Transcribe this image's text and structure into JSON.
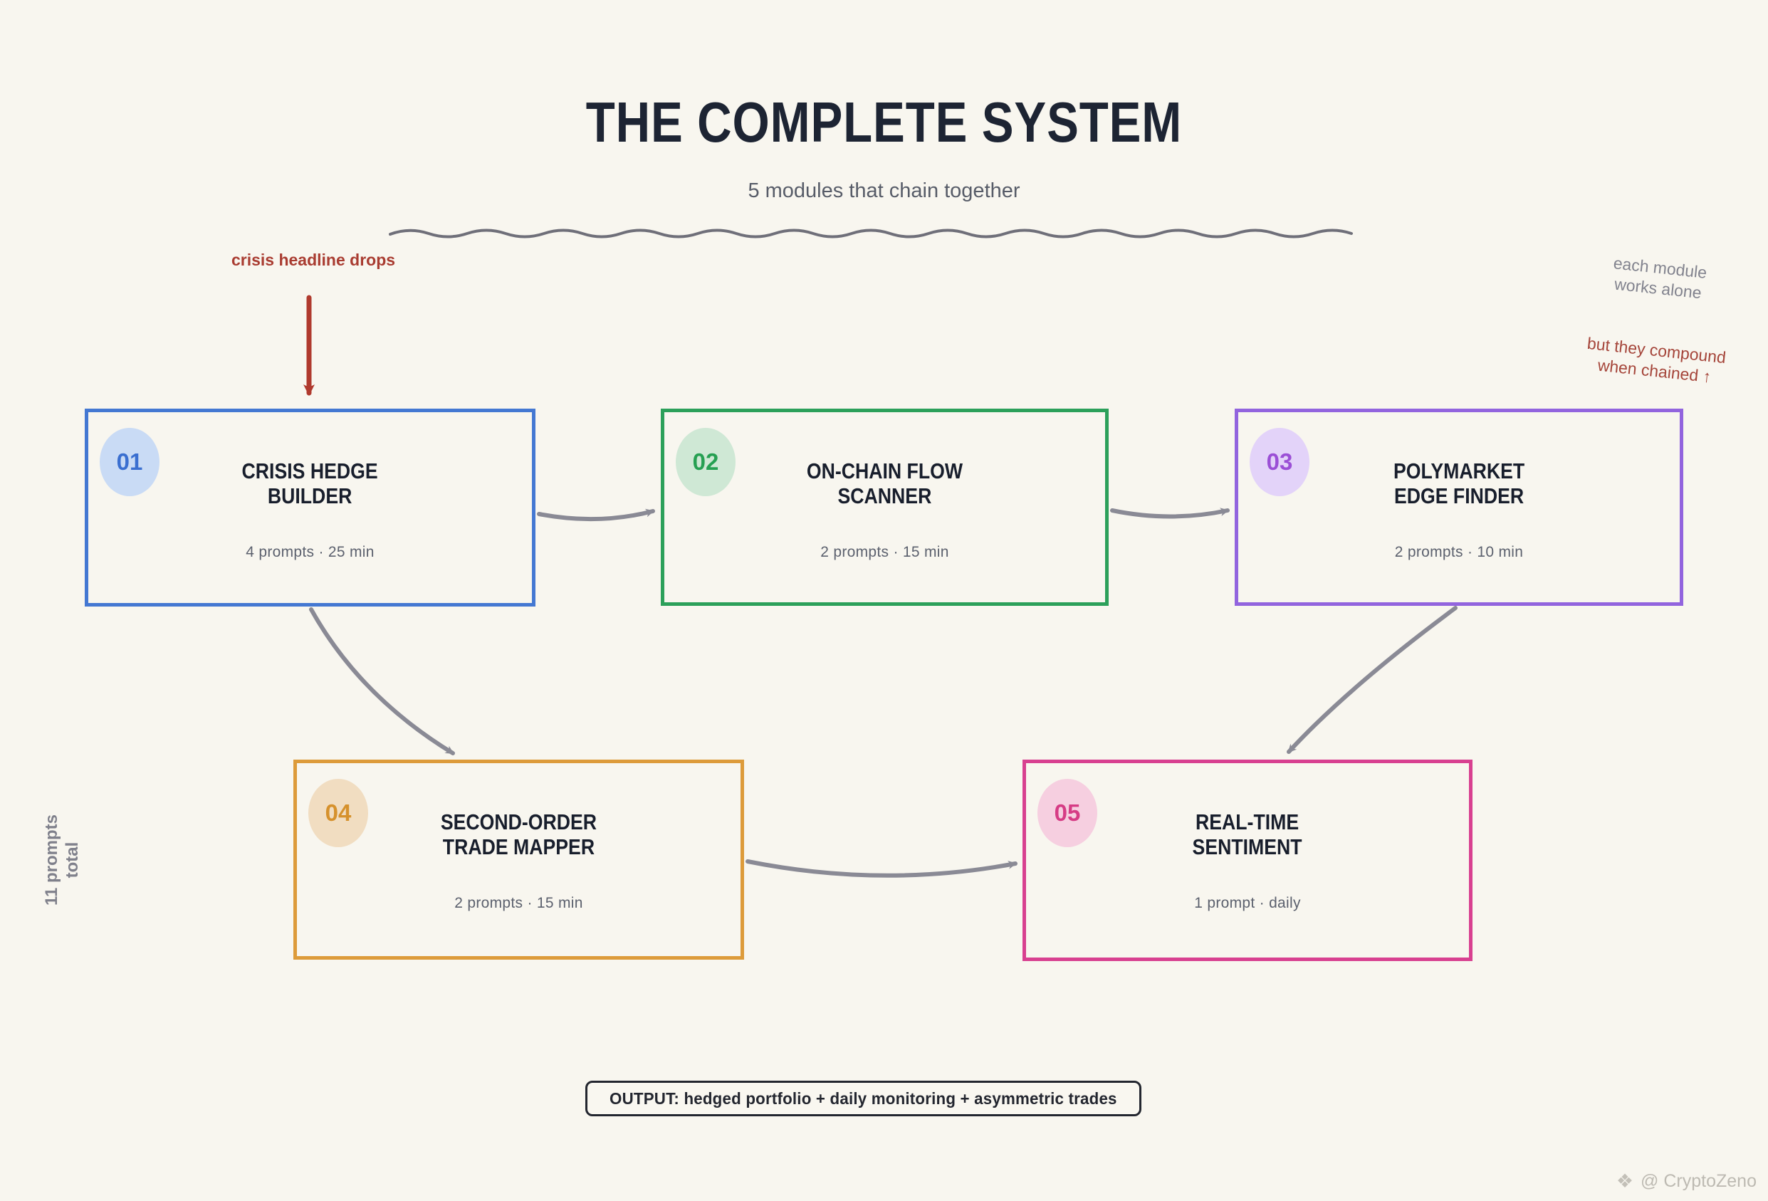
{
  "header": {
    "title": "THE COMPLETE SYSTEM",
    "subtitle": "5 modules that chain together"
  },
  "annotations": {
    "crisis_note": "crisis headline drops",
    "works_alone_line1": "each module",
    "works_alone_line2": "works alone",
    "compound_line1": "but they compound",
    "compound_line2": "when chained ↑",
    "prompts_total_line1": "11 prompts",
    "prompts_total_line2": "total"
  },
  "modules": [
    {
      "number": "01",
      "title_line1": "CRISIS HEDGE",
      "title_line2": "BUILDER",
      "meta": "4 prompts · 25 min",
      "border_color": "#4478d2",
      "badge_bg": "#c9dbf5",
      "number_color": "#3a6fd0"
    },
    {
      "number": "02",
      "title_line1": "ON-CHAIN FLOW",
      "title_line2": "SCANNER",
      "meta": "2 prompts · 15 min",
      "border_color": "#2ca05a",
      "badge_bg": "#cfe8d5",
      "number_color": "#26a052"
    },
    {
      "number": "03",
      "title_line1": "POLYMARKET",
      "title_line2": "EDGE FINDER",
      "meta": "2 prompts · 10 min",
      "border_color": "#9264de",
      "badge_bg": "#e3d3f9",
      "number_color": "#9b4fd6"
    },
    {
      "number": "04",
      "title_line1": "SECOND-ORDER",
      "title_line2": "TRADE MAPPER",
      "meta": "2 prompts · 15 min",
      "border_color": "#dd9b3a",
      "badge_bg": "#f1ddc1",
      "number_color": "#d6912c"
    },
    {
      "number": "05",
      "title_line1": "REAL-TIME",
      "title_line2": "SENTIMENT",
      "meta": "1 prompt · daily",
      "border_color": "#d84090",
      "badge_bg": "#f6cfe0",
      "number_color": "#d63c85"
    }
  ],
  "output_label": "OUTPUT: hedged portfolio + daily monitoring + asymmetric trades",
  "watermark": {
    "icon": "diamond-compass-icon",
    "icon_glyph": "❖",
    "text": "@ CryptoZeno"
  },
  "colors": {
    "background": "#f8f6ef",
    "title_ink": "#1d2433",
    "subtitle_gray": "#575c68",
    "connector_gray": "#8a8a95",
    "divider_gray": "#6f6f79",
    "crisis_red": "#a93c31",
    "crisis_arrow_red": "#b03a2e",
    "annotation_gray": "#82838e",
    "output_border": "#23262f",
    "watermark_gray": "#bdbab2"
  }
}
